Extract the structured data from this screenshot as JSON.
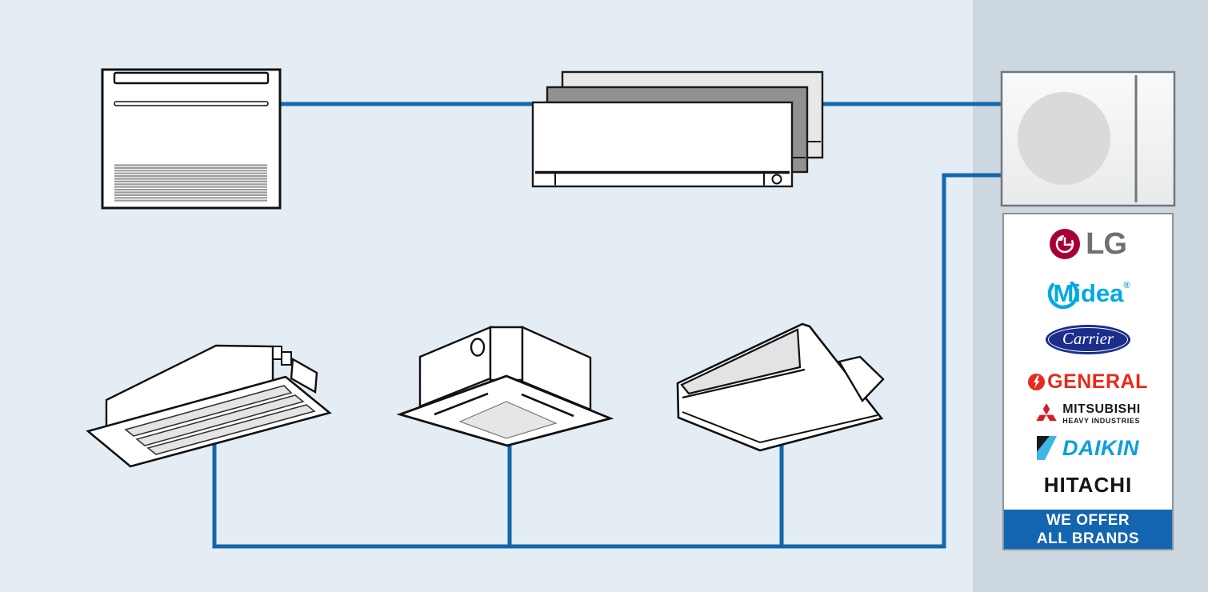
{
  "diagram": {
    "units": [
      "floor-console-indoor-unit",
      "wall-mounted-indoor-units",
      "outdoor-unit",
      "one-way-cassette-indoor-unit",
      "four-way-cassette-indoor-unit",
      "ceiling-suspended-indoor-unit"
    ],
    "pipe_color": "#1565ae"
  },
  "brand_panel": {
    "brands": [
      {
        "id": "lg",
        "label": "LG"
      },
      {
        "id": "midea",
        "label": "Midea",
        "mark": "®"
      },
      {
        "id": "carrier",
        "label": "Carrier"
      },
      {
        "id": "general",
        "label": "GENERAL"
      },
      {
        "id": "mitsubishi-heavy-industries",
        "label": "MITSUBISHI",
        "label2": "HEAVY INDUSTRIES"
      },
      {
        "id": "daikin",
        "label": "DAIKIN"
      },
      {
        "id": "hitachi",
        "label": "HITACHI"
      }
    ],
    "footer_line1": "WE OFFER",
    "footer_line2": "ALL BRANDS"
  },
  "colors": {
    "background": "#e4edf4",
    "right_band": "#cdd7df",
    "pipe_blue": "#1565ae",
    "footer_blue": "#1365b0",
    "lg_red": "#a50034",
    "midea_blue": "#00a9e1",
    "carrier_navy": "#1b2e8c",
    "general_red": "#e8291c",
    "mitsubishi_red": "#e0171f",
    "daikin_cyan": "#0ba0dc"
  }
}
